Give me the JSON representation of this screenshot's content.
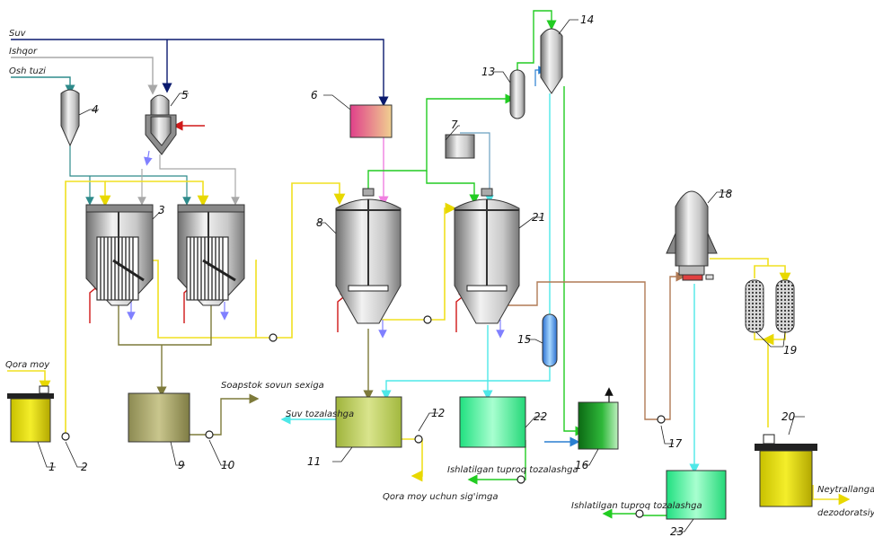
{
  "streams": {
    "water": "Suv",
    "alkali": "Ishqor",
    "salt": "Osh tuzi",
    "black_oil": "Qora moy"
  },
  "outputs": {
    "soap_shop": "Soapstok sovun sexiga",
    "water_treatment": "Suv tozalashga",
    "black_oil_tank": "Qora moy uchun sig'imga",
    "soil_clean_1": "Ishlatilgan tuproq tozalashga",
    "soil_clean_2": "Ishlatilgan tuproq tozalashga",
    "neutral_oil": "Neytrallangan moy",
    "deodorize": "dezodoratsiyaga"
  },
  "numbers": [
    "1",
    "2",
    "3",
    "4",
    "5",
    "6",
    "7",
    "8",
    "9",
    "10",
    "11",
    "12",
    "13",
    "14",
    "15",
    "16",
    "17",
    "18",
    "19",
    "20",
    "21",
    "22",
    "23"
  ],
  "colors": {
    "water": "#0a1a6e",
    "alkali": "#a8a8a8",
    "salt": "#2e8b8b",
    "yellow_line": "#f0e020",
    "olive_line": "#7d7a3a",
    "green_line": "#22cc22",
    "cyan_line": "#5ff0f0",
    "brown_line": "#b07a55",
    "heating": "#d01818"
  }
}
